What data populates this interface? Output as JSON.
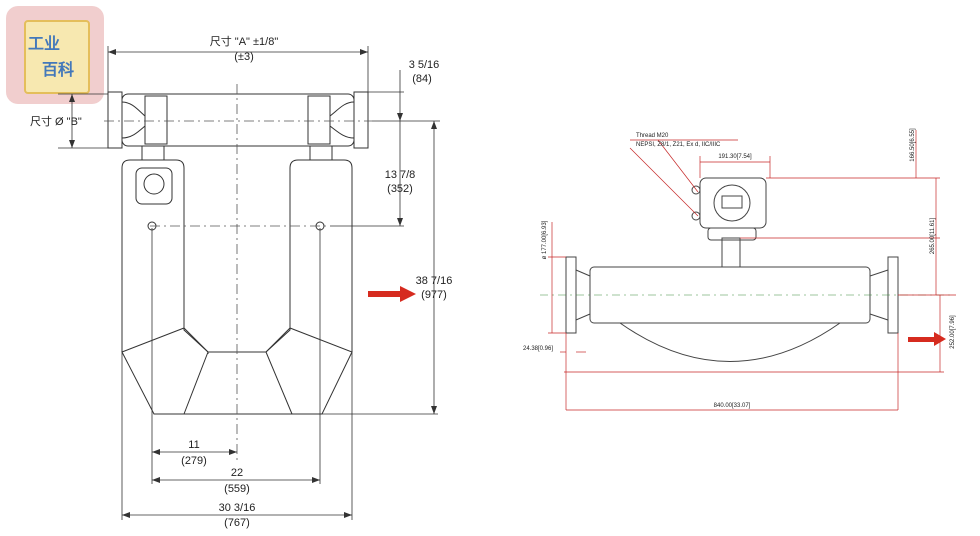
{
  "watermark": {
    "line1": "工业",
    "line2": "百科"
  },
  "left": {
    "dim_a": "尺寸 \"A\" ±1/8\"",
    "dim_a_mm": "(±3)",
    "dim_b": "尺寸 Ø \"B\"",
    "d1": "3 5/16",
    "d1_mm": "(84)",
    "d2": "13 7/8",
    "d2_mm": "(352)",
    "d3": "38 7/16",
    "d3_mm": "(977)",
    "d4": "11",
    "d4_mm": "(279)",
    "d5": "22",
    "d5_mm": "(559)",
    "d6": "30 3/16",
    "d6_mm": "(767)"
  },
  "right": {
    "thread": "Thread M20",
    "cert": "NEPSI, Z8/1, Z21, Ex d, IIC/IIIC",
    "top_width": "191.30[7.54]",
    "v_top": "166.50[6.55]",
    "v_head": "265.00[11.61]",
    "v_left": "ø 177.00[6.93]",
    "flange": "24.38[0.96]",
    "v_body": "252.00[7.96]",
    "length": "840.00[33.07]"
  },
  "colors": {
    "arrow": "#d62b1f",
    "dim_red": "#c62828",
    "line": "#333333"
  }
}
